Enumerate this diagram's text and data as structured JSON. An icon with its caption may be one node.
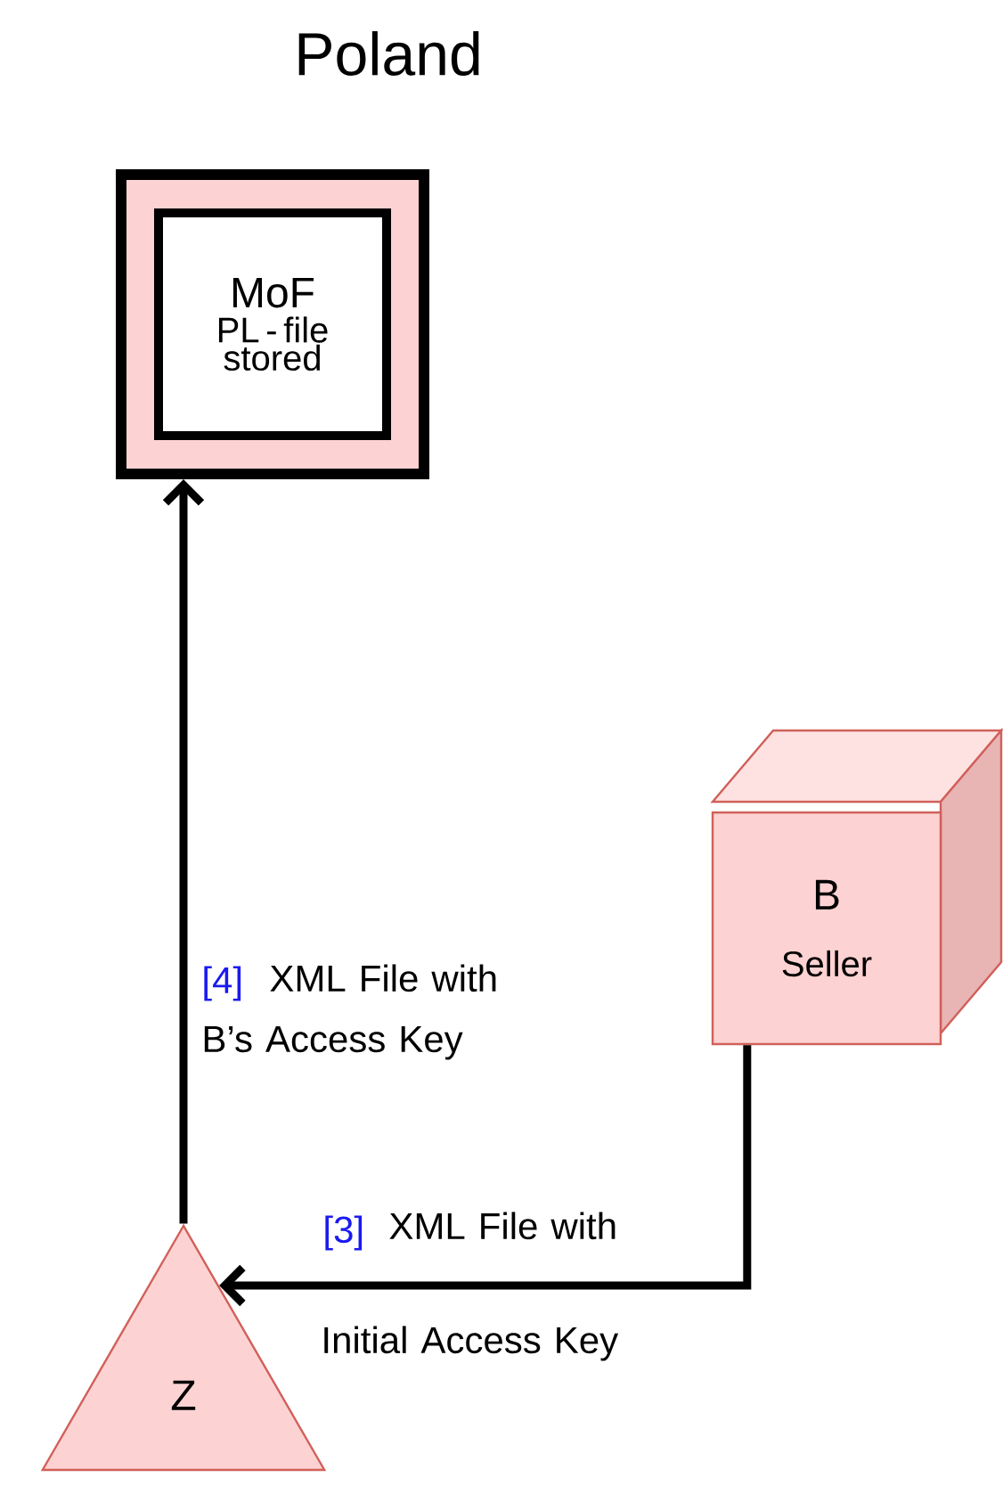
{
  "diagram": {
    "title": "Poland",
    "nodes": [
      {
        "text": [],
        "shape": "box"
      },
      {
        "text": [
          "MoF",
          "PL - file stored"
        ],
        "in": 0
      },
      {
        "text": [
          "B",
          "Seller"
        ]
      },
      {
        "text": [
          "Z"
        ]
      }
    ],
    "edges": [
      {
        "from": 2,
        "to": 3,
        "arrow": "to",
        "label": "XML File with Initial Access Key"
      },
      {
        "from": 3,
        "to": 0,
        "arrow": "to",
        "label": "XML File with B’s Access Key"
      }
    ],
    "labels": [
      "[4]",
      "[3]"
    ]
  }
}
